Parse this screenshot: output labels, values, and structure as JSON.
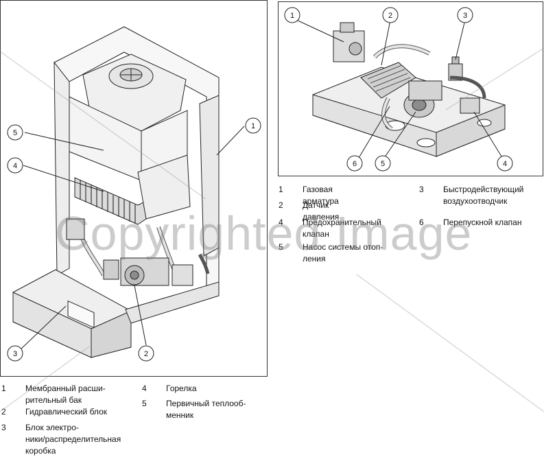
{
  "left_figure": {
    "callouts": [
      "1",
      "2",
      "3",
      "4",
      "5"
    ]
  },
  "left_legend": [
    {
      "num": "1",
      "text": "Мембранный расши-\nрительный бак"
    },
    {
      "num": "2",
      "text": "Гидравлический блок"
    },
    {
      "num": "3",
      "text": "Блок электро-\nники/распределительная\nкоробка"
    },
    {
      "num": "4",
      "text": "Горелка"
    },
    {
      "num": "5",
      "text": "Первичный теплооб-\nменник"
    }
  ],
  "right_figure": {
    "callouts": [
      "1",
      "2",
      "3",
      "4",
      "5",
      "6"
    ]
  },
  "right_legend": [
    {
      "num": "1",
      "text": "Газовая арматура"
    },
    {
      "num": "2",
      "text": "Датчик давления"
    },
    {
      "num": "3",
      "text": "Быстродействующий\nвоздухоотводчик"
    },
    {
      "num": "4",
      "text": "Предохранительный\nклапан"
    },
    {
      "num": "5",
      "text": "Насос системы отоп-\nления"
    },
    {
      "num": "6",
      "text": "Перепускной клапан"
    }
  ],
  "watermark": "Copyrighted Image",
  "colors": {
    "line": "#222222",
    "fill_light": "#f2f2f2",
    "fill_mid": "#d9d9d9",
    "fill_dark": "#8c8c8c",
    "watermark": "#7a7a7a"
  }
}
